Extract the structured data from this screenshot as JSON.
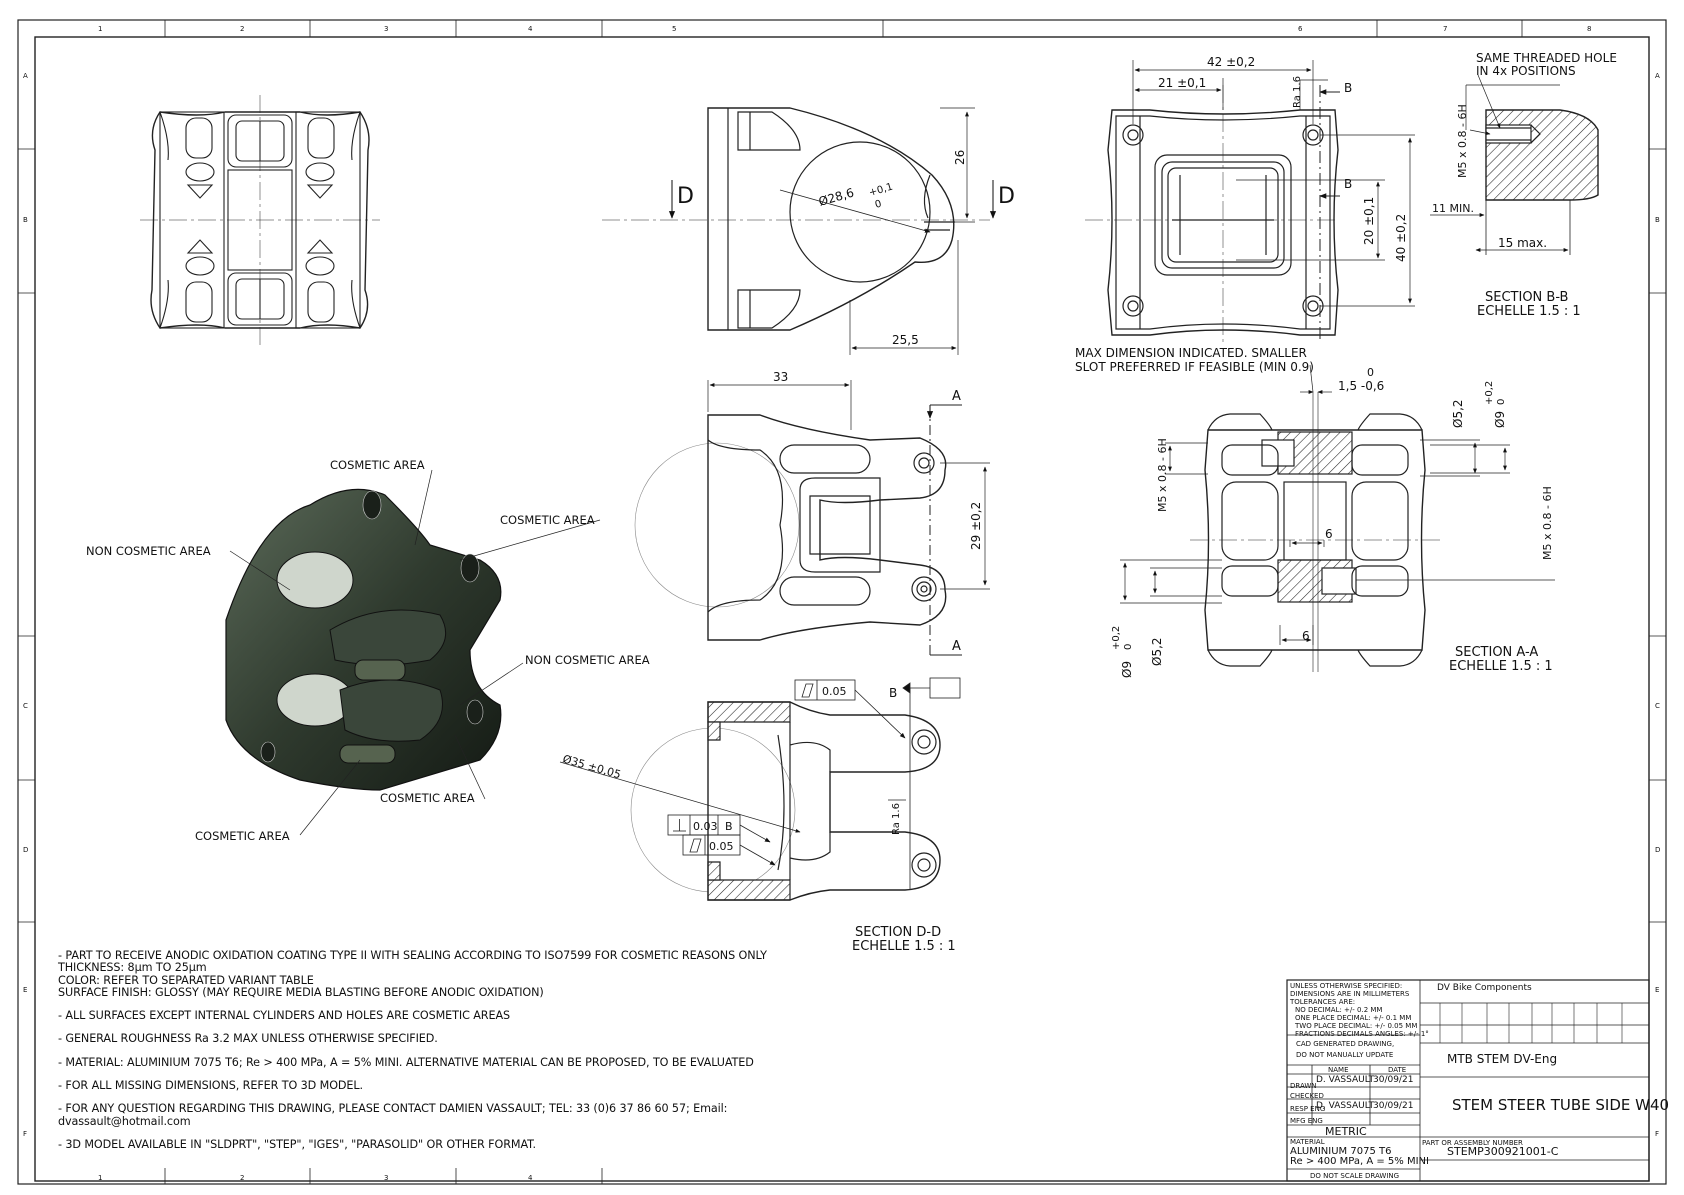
{
  "border": {
    "columns_top": [
      "1",
      "2",
      "3",
      "4",
      "5",
      "6",
      "7",
      "8"
    ],
    "columns_bottom": [
      "1",
      "2",
      "3",
      "4"
    ],
    "rows": [
      "A",
      "B",
      "C",
      "D",
      "E",
      "F"
    ]
  },
  "views": {
    "front": {
      "dim_26": "26",
      "dim_diam": "Ø28,6",
      "dim_diam_tol": "+0,1",
      "dim_diam_tol0": "0",
      "dim_25_5": "25,5",
      "section_letter_left": "D",
      "section_letter_right": "D"
    },
    "top": {
      "dim_33": "33",
      "dim_29": "29 ±0,2",
      "section_a_top": "A",
      "section_a_bottom": "A"
    },
    "section_dd": {
      "label": "SECTION D-D",
      "scale": "ECHELLE 1.5 : 1",
      "datum_b": "B",
      "flatness_top": "0.05",
      "perp_value": "0.03",
      "perp_datum": "B",
      "flatness_bottom": "0.05",
      "dia35": "Ø35 ±0,05",
      "ra": "Ra 1.6"
    },
    "side": {
      "dim_42": "42 ±0,2",
      "dim_21": "21 ±0,1",
      "dim_20": "20 ±0,1",
      "dim_40": "40 ±0,2",
      "ra": "Ra 1.6",
      "b_top": "B",
      "b_mid": "B"
    },
    "section_bb": {
      "note_line1": "SAME THREADED HOLE",
      "note_line2": "IN 4x POSITIONS",
      "thread": "M5 x 0.8 - 6H",
      "dim_11": "11 MIN.",
      "dim_15": "15 max.",
      "label": "SECTION B-B",
      "scale": "ECHELLE 1.5 : 1"
    },
    "section_aa": {
      "note_line1": "MAX DIMENSION INDICATED. SMALLER",
      "note_line2": "SLOT PREFERRED IF FEASIBLE (MIN 0.9)",
      "slot_tol_upper": "0",
      "slot": "1,5 -0,6",
      "thread_left": "M5 x 0.8 - 6H",
      "thread_right": "M5 x 0.8 - 6H",
      "dim_5_2_top": "Ø5,2",
      "dim_9_top": "Ø9",
      "dim_9_top_tol_upper": "+0,2",
      "dim_9_top_tol_lower": "0",
      "dim_6_mid": "6",
      "dim_6_bottom": "6",
      "dim_5_2_bottom": "Ø5,2",
      "dim_9_bottom": "Ø9",
      "dim_9_bottom_tol_upper": "+0,2",
      "dim_9_bottom_tol_lower": "0",
      "label": "SECTION A-A",
      "scale": "ECHELLE 1.5 : 1"
    },
    "iso_callouts": {
      "cosmetic_1": "COSMETIC AREA",
      "cosmetic_2": "COSMETIC AREA",
      "non_cosmetic_1": "NON COSMETIC AREA",
      "non_cosmetic_2": "NON COSMETIC AREA",
      "cosmetic_3": "COSMETIC AREA",
      "cosmetic_4": "COSMETIC AREA"
    }
  },
  "notes": [
    "- PART TO RECEIVE ANODIC OXIDATION COATING TYPE II WITH SEALING ACCORDING TO ISO7599 FOR COSMETIC REASONS ONLY",
    "THICKNESS: 8µm TO 25µm",
    "COLOR: REFER TO SEPARATED VARIANT TABLE",
    "SURFACE FINISH: GLOSSY (MAY REQUIRE MEDIA BLASTING BEFORE ANODIC OXIDATION)",
    "- ALL SURFACES EXCEPT INTERNAL CYLINDERS AND HOLES ARE COSMETIC AREAS",
    "- GENERAL ROUGHNESS Ra 3.2 MAX  UNLESS OTHERWISE SPECIFIED.",
    "- MATERIAL: ALUMINIUM 7075 T6; Re > 400 MPa, A = 5% MINI. ALTERNATIVE MATERIAL CAN BE PROPOSED, TO BE EVALUATED",
    "- FOR ALL MISSING DIMENSIONS, REFER TO 3D MODEL.",
    "- FOR ANY QUESTION REGARDING THIS DRAWING, PLEASE CONTACT DAMIEN VASSAULT; TEL: 33 (0)6 37 86 60 57; Email: dvassault@hotmail.com",
    "- 3D MODEL AVAILABLE IN \"SLDPRT\", \"STEP\", \"IGES\", \"PARASOLID\" OR OTHER FORMAT."
  ],
  "title_block": {
    "tolerance_lines": [
      "UNLESS OTHERWISE SPECIFIED:",
      "DIMENSIONS ARE IN MILLIMETERS",
      "TOLERANCES ARE:",
      "NO DECIMAL: +/- 0.2 MM",
      "ONE PLACE DECIMAL: +/- 0.1 MM",
      "TWO PLACE DECIMAL: +/- 0.05 MM",
      "FRACTIONS DECIMALS ANGLES: +/- 1°"
    ],
    "cad_line1": "CAD GENERATED DRAWING,",
    "cad_line2": "DO NOT MANUALLY UPDATE",
    "col_name": "NAME",
    "col_date": "DATE",
    "row_drawn": "DRAWN",
    "row_checked": "CHECKED",
    "row_resp": "RESP ENG",
    "row_mfg": "MFG ENG",
    "drawn_name": "D. VASSAULT",
    "drawn_date": "30/09/21",
    "resp_name": "D. VASSAULT",
    "resp_date": "30/09/21",
    "units": "METRIC",
    "material_label": "MATERIAL",
    "material_1": "ALUMINIUM 7075 T6",
    "material_2": "Re > 400 MPa, A = 5% MINI",
    "do_not_scale": "DO NOT SCALE DRAWING",
    "company": "DV Bike Components",
    "project": "MTB STEM DV-Eng",
    "title": "STEM STEER TUBE SIDE W40",
    "part_label": "PART OR ASSEMBLY NUMBER",
    "part_number": "STEMP300921001-C"
  }
}
